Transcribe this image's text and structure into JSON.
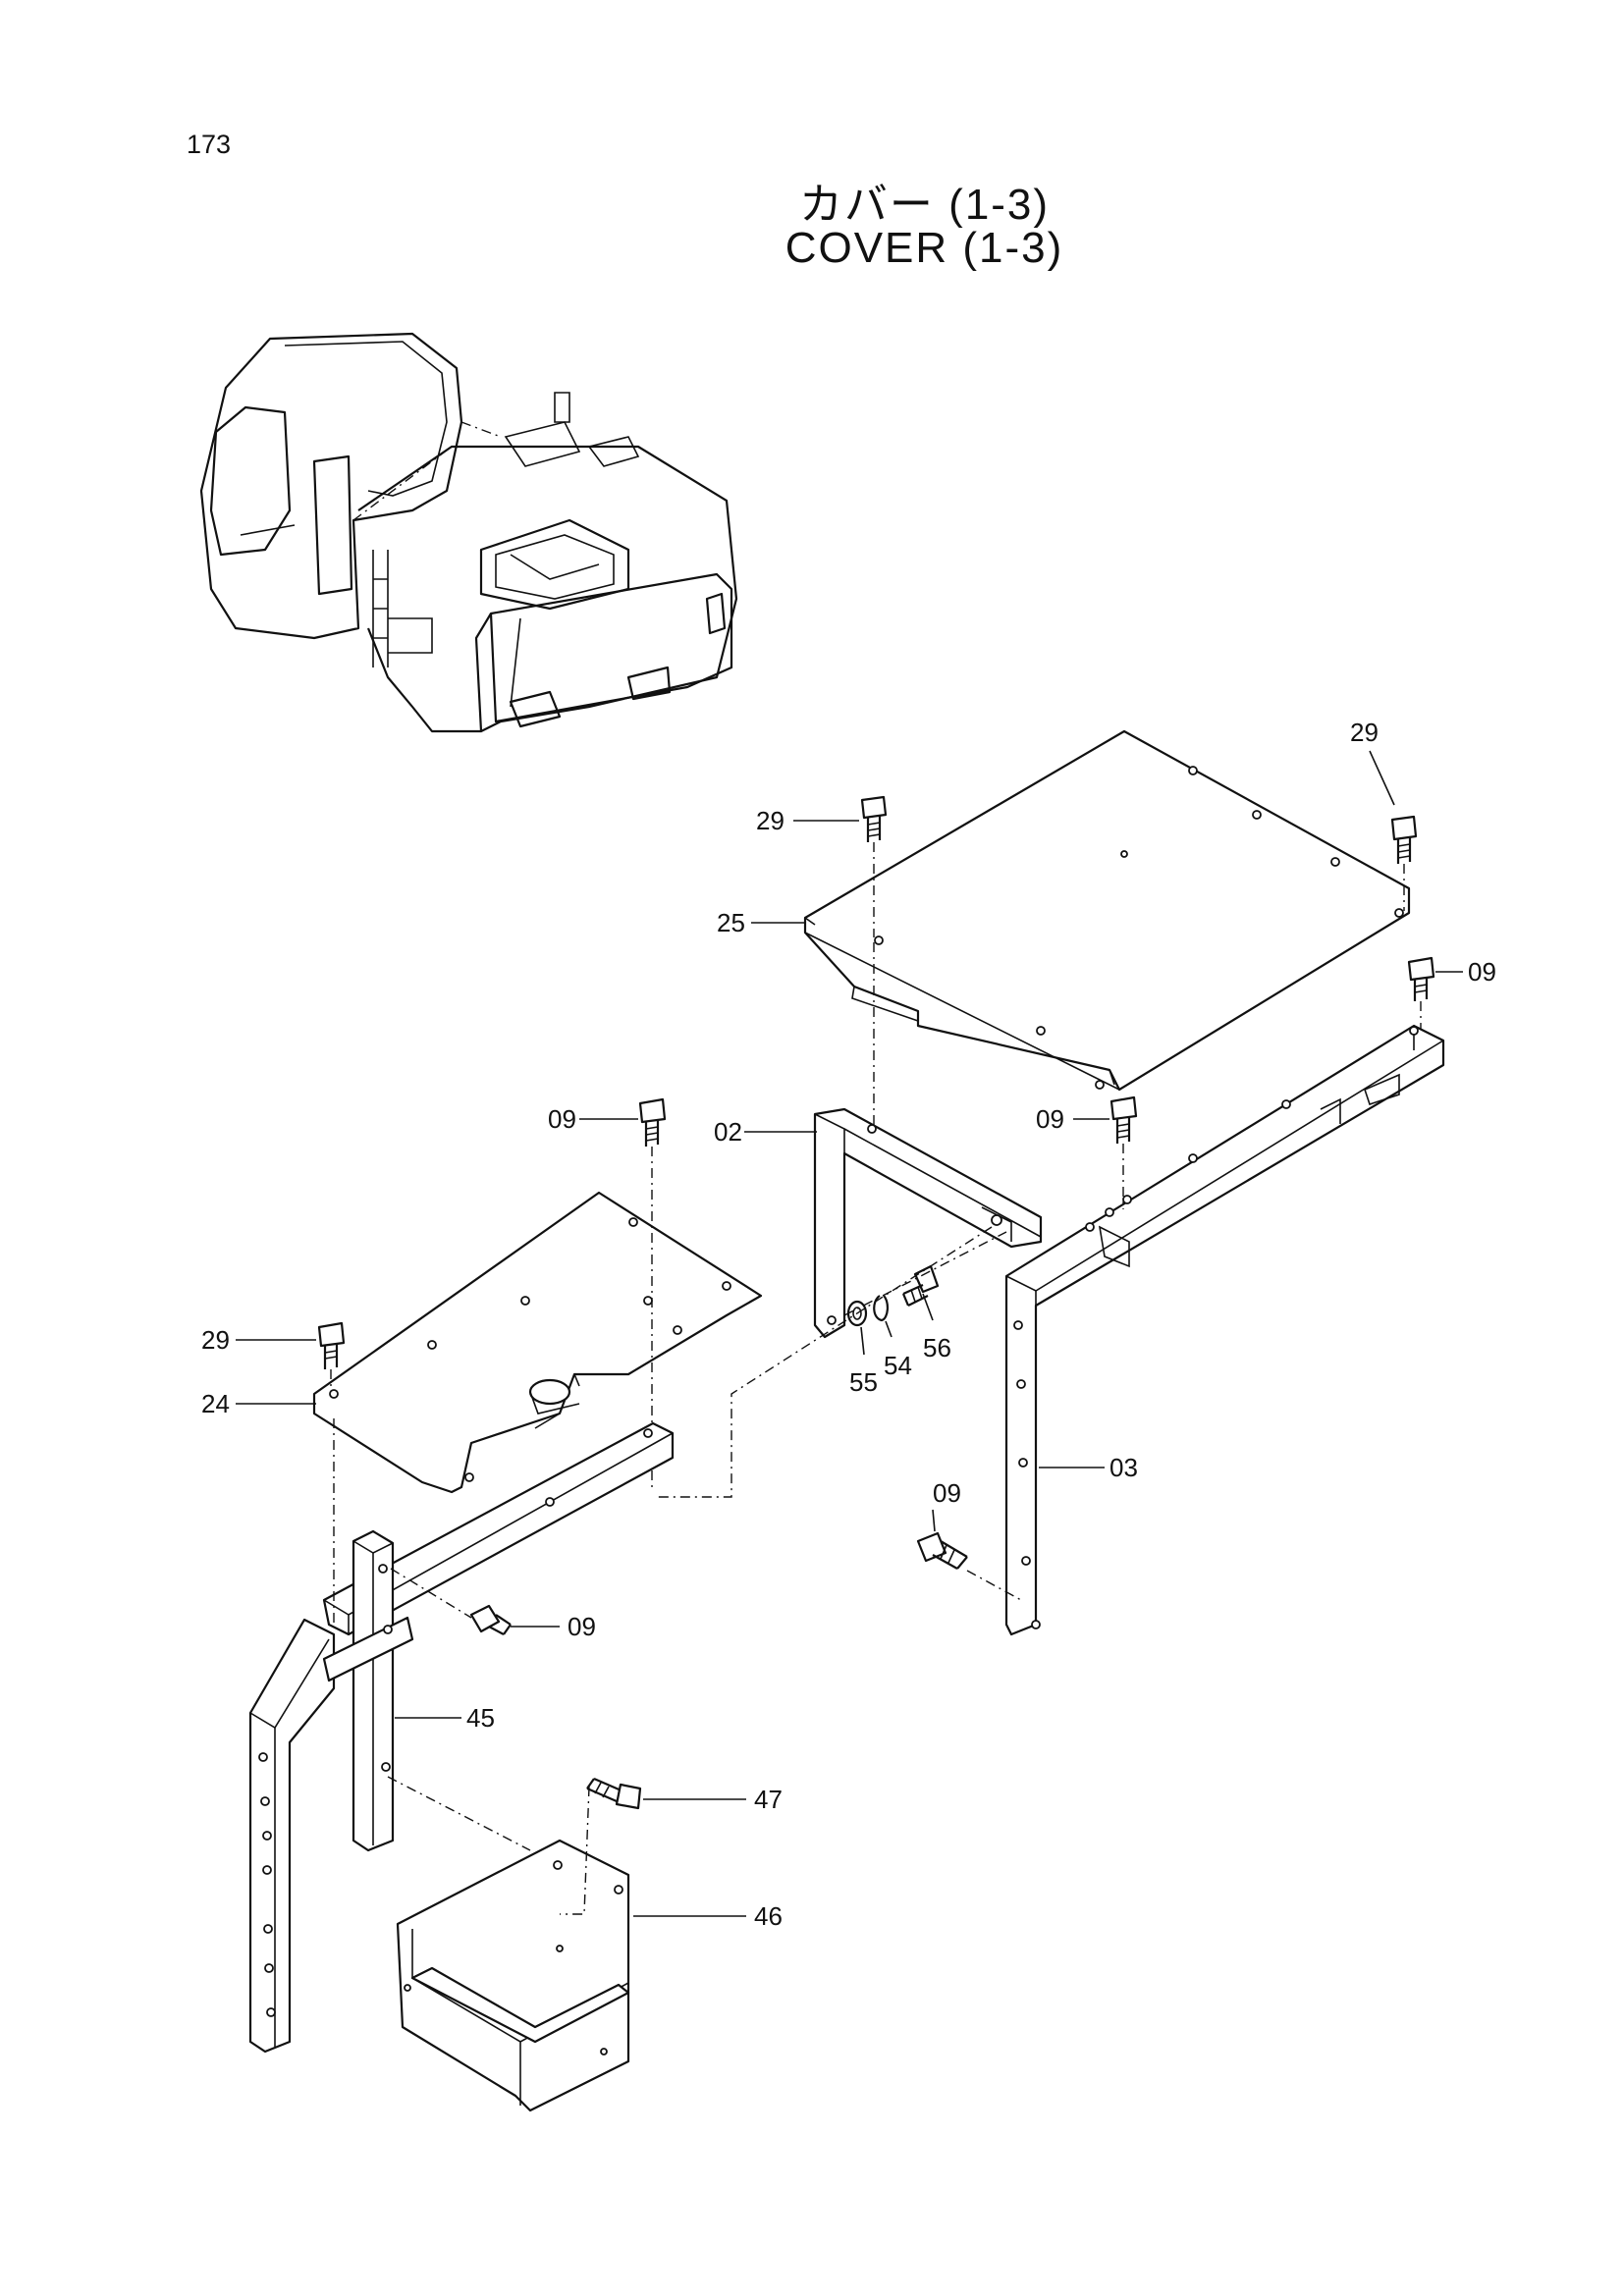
{
  "page_number": "173",
  "title_jp": "カバー (1-3)",
  "title_en": "COVER (1-3)",
  "callouts": {
    "c29_top_left": "29",
    "c29_top_right": "29",
    "c25": "25",
    "c09_right": "09",
    "c09_left_top": "09",
    "c02": "02",
    "c09_mid": "09",
    "c29_left": "29",
    "c24": "24",
    "c55": "55",
    "c54": "54",
    "c56": "56",
    "c09_lower": "09",
    "c03": "03",
    "c09_bracket": "09",
    "c45": "45",
    "c47": "47",
    "c46": "46"
  }
}
